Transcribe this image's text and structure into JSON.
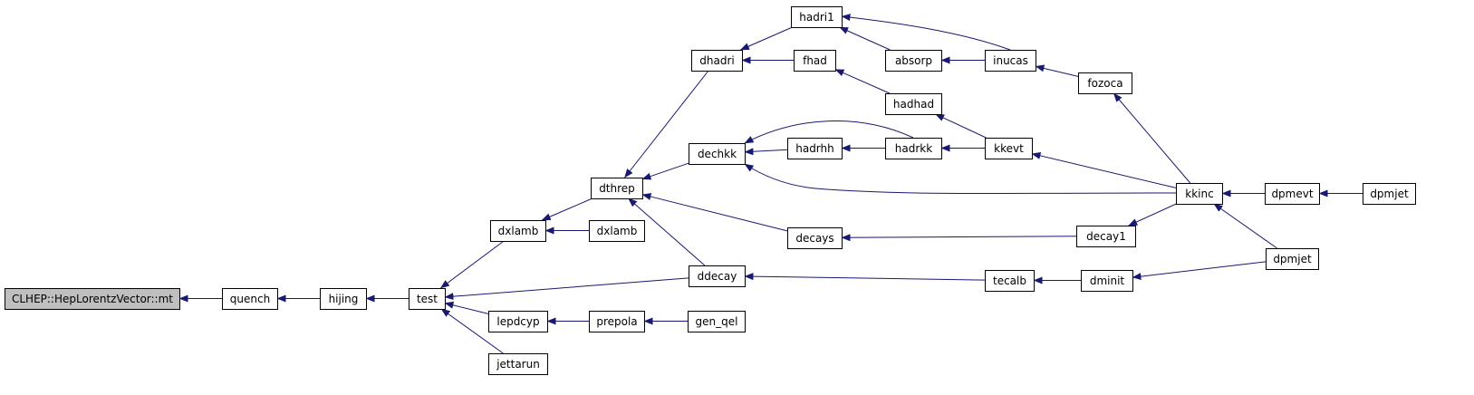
{
  "nodes": [
    {
      "id": "mt",
      "label": "CLHEP::HepLorentzVector::mt",
      "highlight": true
    },
    {
      "id": "quench",
      "label": "quench"
    },
    {
      "id": "hijing",
      "label": "hijing"
    },
    {
      "id": "test",
      "label": "test"
    },
    {
      "id": "dxlamb1",
      "label": "dxlamb"
    },
    {
      "id": "dxlamb2",
      "label": "dxlamb"
    },
    {
      "id": "lepdcyp",
      "label": "lepdcyp"
    },
    {
      "id": "jettarun",
      "label": "jettarun"
    },
    {
      "id": "dthrep",
      "label": "dthrep"
    },
    {
      "id": "prepola",
      "label": "prepola"
    },
    {
      "id": "gen_qel",
      "label": "gen_qel"
    },
    {
      "id": "dhadri",
      "label": "dhadri"
    },
    {
      "id": "dechkk",
      "label": "dechkk"
    },
    {
      "id": "decays",
      "label": "decays"
    },
    {
      "id": "ddecay",
      "label": "ddecay"
    },
    {
      "id": "hadri1",
      "label": "hadri1"
    },
    {
      "id": "fhad",
      "label": "fhad"
    },
    {
      "id": "hadrhh",
      "label": "hadrhh"
    },
    {
      "id": "absorp",
      "label": "absorp"
    },
    {
      "id": "hadhad",
      "label": "hadhad"
    },
    {
      "id": "hadrkk",
      "label": "hadrkk"
    },
    {
      "id": "inucas",
      "label": "inucas"
    },
    {
      "id": "kkevt",
      "label": "kkevt"
    },
    {
      "id": "tecalb",
      "label": "tecalb"
    },
    {
      "id": "fozoca",
      "label": "fozoca"
    },
    {
      "id": "decay1",
      "label": "decay1"
    },
    {
      "id": "dminit",
      "label": "dminit"
    },
    {
      "id": "kkinc",
      "label": "kkinc"
    },
    {
      "id": "dpmevt",
      "label": "dpmevt"
    },
    {
      "id": "dpmjet1",
      "label": "dpmjet"
    },
    {
      "id": "dpmjet2",
      "label": "dpmjet"
    }
  ],
  "edges": [
    {
      "from": "quench",
      "to": "mt"
    },
    {
      "from": "hijing",
      "to": "quench"
    },
    {
      "from": "test",
      "to": "hijing"
    },
    {
      "from": "dxlamb1",
      "to": "test"
    },
    {
      "from": "lepdcyp",
      "to": "test"
    },
    {
      "from": "jettarun",
      "to": "test"
    },
    {
      "from": "ddecay",
      "to": "test"
    },
    {
      "from": "dthrep",
      "to": "dxlamb1"
    },
    {
      "from": "dxlamb2",
      "to": "dxlamb1"
    },
    {
      "from": "prepola",
      "to": "lepdcyp"
    },
    {
      "from": "gen_qel",
      "to": "prepola"
    },
    {
      "from": "dhadri",
      "to": "dthrep"
    },
    {
      "from": "dechkk",
      "to": "dthrep"
    },
    {
      "from": "decays",
      "to": "dthrep"
    },
    {
      "from": "ddecay",
      "to": "dthrep"
    },
    {
      "from": "hadri1",
      "to": "dhadri"
    },
    {
      "from": "fhad",
      "to": "dhadri"
    },
    {
      "from": "absorp",
      "to": "hadri1"
    },
    {
      "from": "inucas",
      "to": "hadri1"
    },
    {
      "from": "hadhad",
      "to": "fhad"
    },
    {
      "from": "inucas",
      "to": "absorp"
    },
    {
      "from": "fozoca",
      "to": "inucas"
    },
    {
      "from": "kkevt",
      "to": "hadhad"
    },
    {
      "from": "hadrhh",
      "to": "dechkk"
    },
    {
      "from": "hadrkk",
      "to": "dechkk"
    },
    {
      "from": "kkinc",
      "to": "dechkk"
    },
    {
      "from": "hadrkk",
      "to": "hadrhh"
    },
    {
      "from": "kkevt",
      "to": "hadrkk"
    },
    {
      "from": "kkinc",
      "to": "kkevt"
    },
    {
      "from": "kkinc",
      "to": "fozoca"
    },
    {
      "from": "decay1",
      "to": "decays"
    },
    {
      "from": "kkinc",
      "to": "decay1"
    },
    {
      "from": "tecalb",
      "to": "ddecay"
    },
    {
      "from": "dminit",
      "to": "tecalb"
    },
    {
      "from": "dpmjet2",
      "to": "dminit"
    },
    {
      "from": "dpmevt",
      "to": "kkinc"
    },
    {
      "from": "dpmjet2",
      "to": "kkinc"
    },
    {
      "from": "dpmjet1",
      "to": "dpmevt"
    }
  ],
  "colors": {
    "highlight_fill": "#bfbfbf",
    "node_fill": "#ffffff",
    "border": "#000000",
    "edge": "#191970"
  }
}
